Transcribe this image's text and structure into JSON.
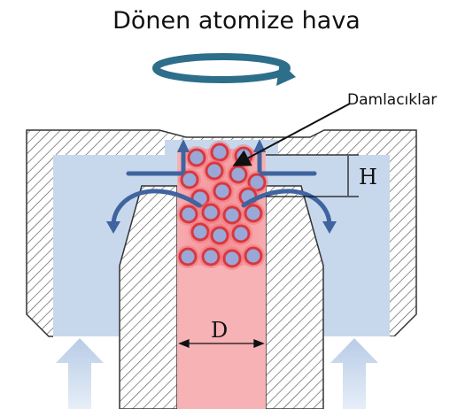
{
  "title": "Dönen atomize hava",
  "droplets_label": "Damlacıklar",
  "dimension_h": "H",
  "dimension_d": "D",
  "colors": {
    "air": "#c8d8ec",
    "liquid": "#f4a8ac",
    "droplet_outer": "#d8383f",
    "droplet_inner": "#9aa8d8",
    "flow_arrow": "#3f64a0",
    "swirl": "#2d6e8a",
    "hatch": "#444444"
  },
  "icons": {
    "swirl": "rotation-arrow-icon",
    "inflow": "up-arrow-icon"
  }
}
